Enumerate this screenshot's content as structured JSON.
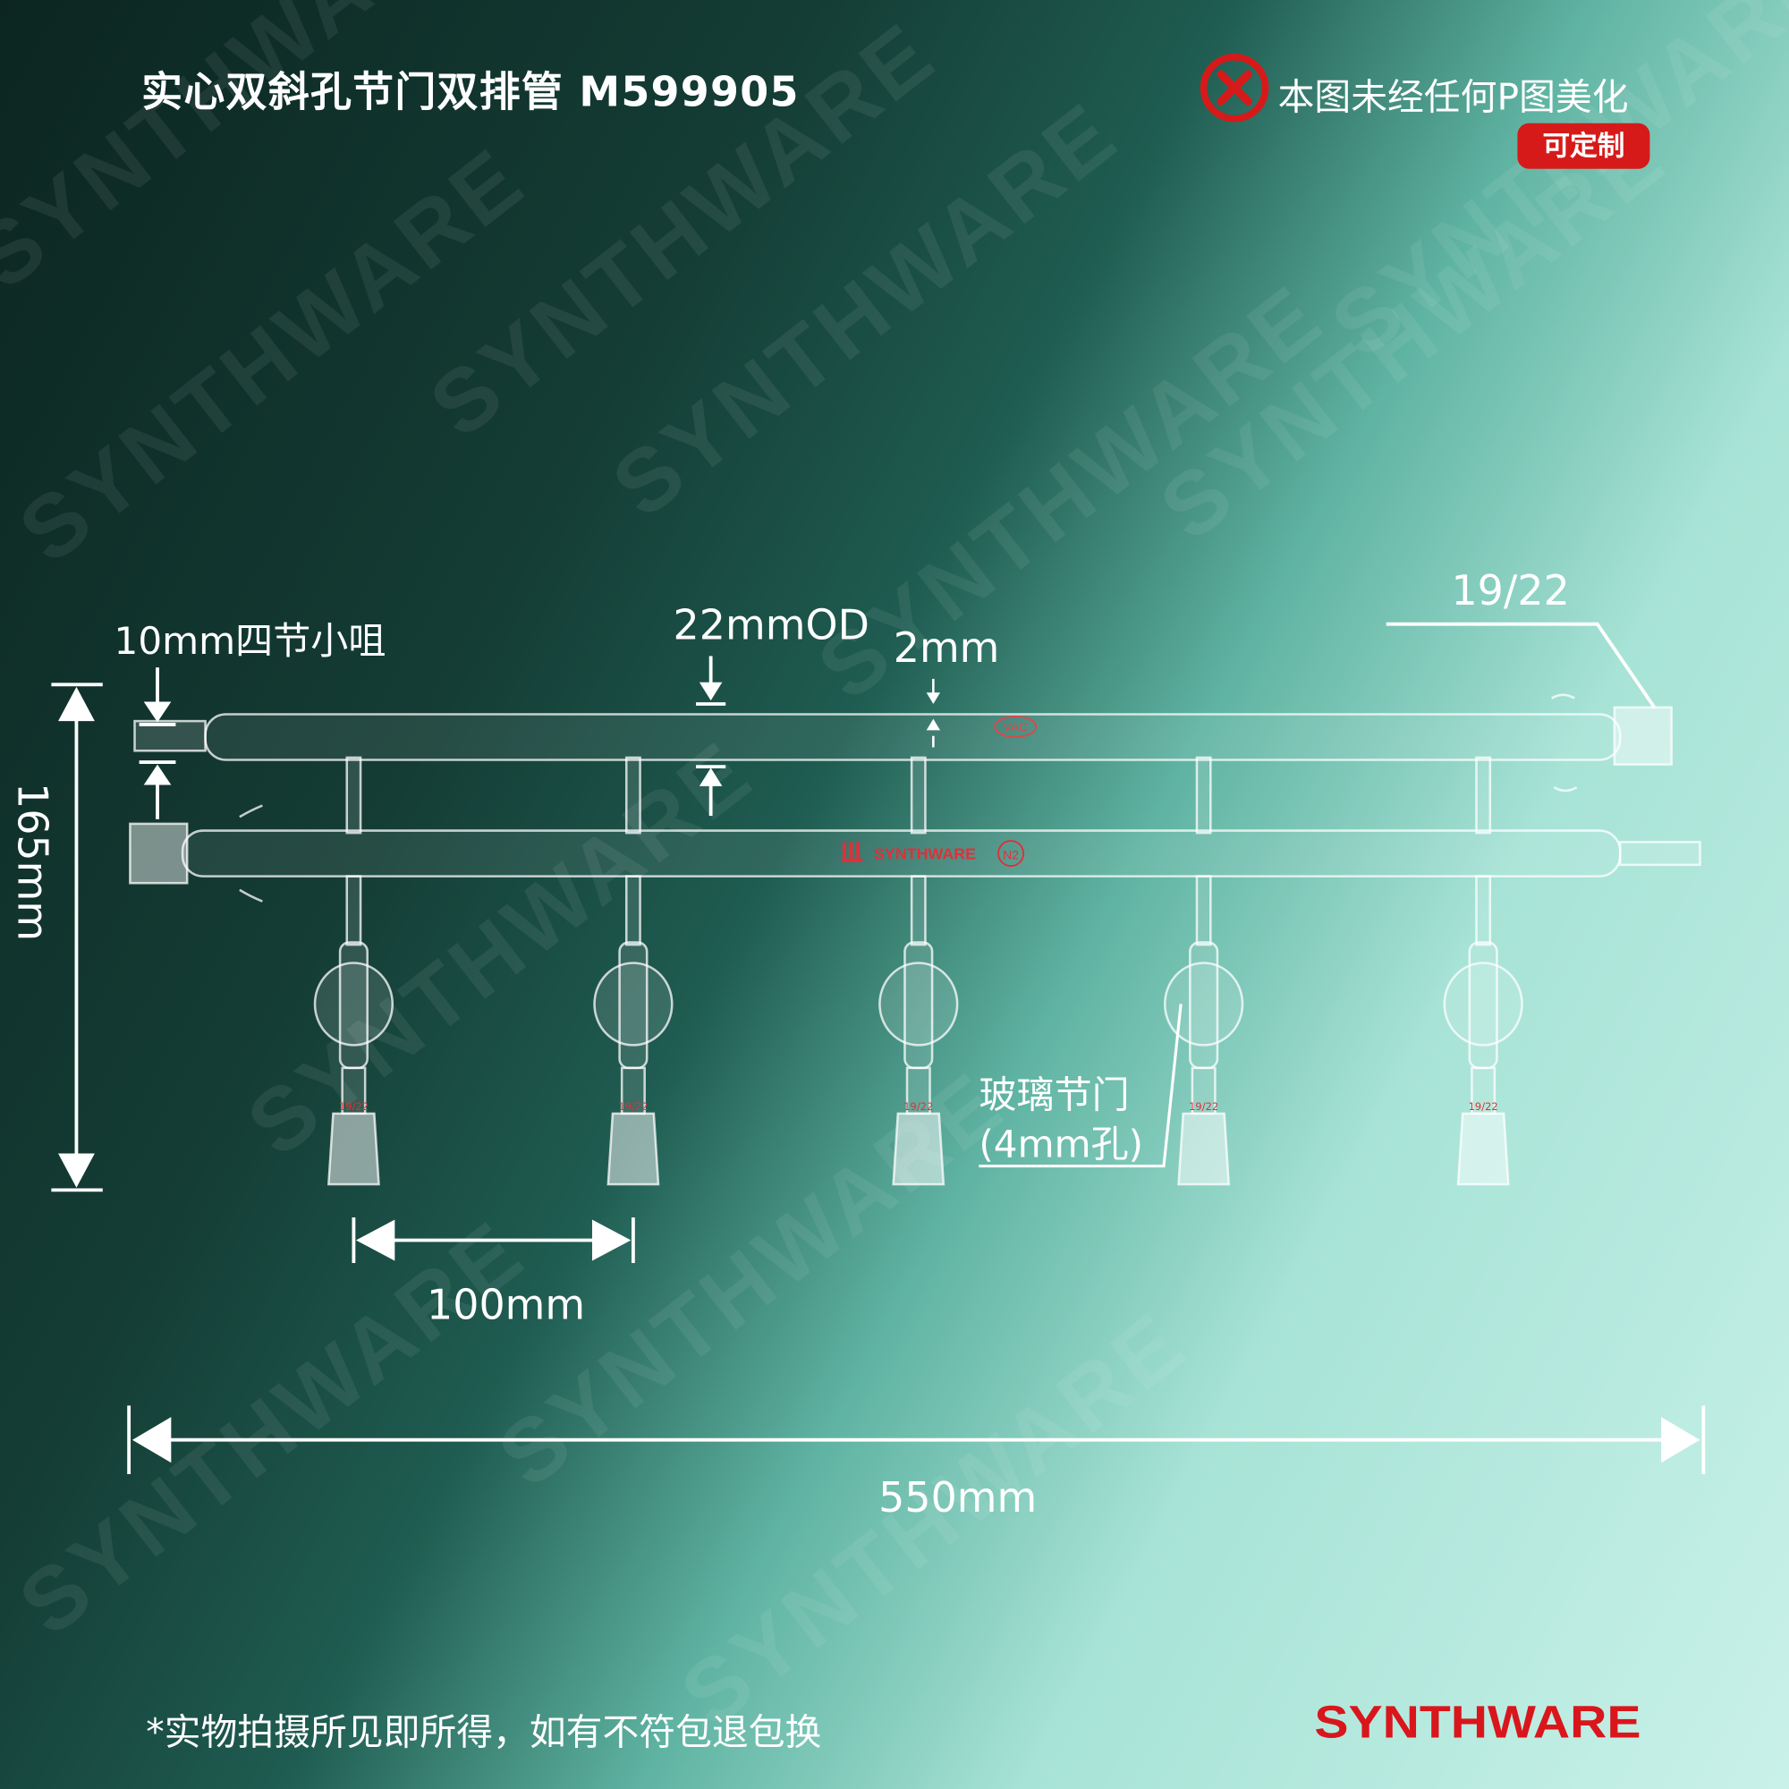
{
  "header": {
    "title": "实心双斜孔节门双排管 M599905",
    "no_edit_notice": "本图未经任何P图美化",
    "custom_badge": "可定制"
  },
  "watermark": "SYNTHWARE",
  "dimensions": {
    "tip": "10mm四节小咀",
    "od": "22mmOD",
    "wall": "2mm",
    "joint": "19/22",
    "height": "165mm",
    "valve_line1": "玻璃节门",
    "valve_line2": "(4mm孔)",
    "spacing": "100mm",
    "length": "550mm"
  },
  "glass_marks": {
    "vac": "VAC",
    "brand": "SYNTHWARE",
    "n2": "N2",
    "joint_small": "19/22"
  },
  "footer": {
    "note": "*实物拍摄所见即所得，如有不符包退包换",
    "logo": "SYNTHWARE"
  },
  "colors": {
    "accent_red": "#d61a1a",
    "dark_green": "#0c2520",
    "light_mint": "#c9f1e9"
  }
}
